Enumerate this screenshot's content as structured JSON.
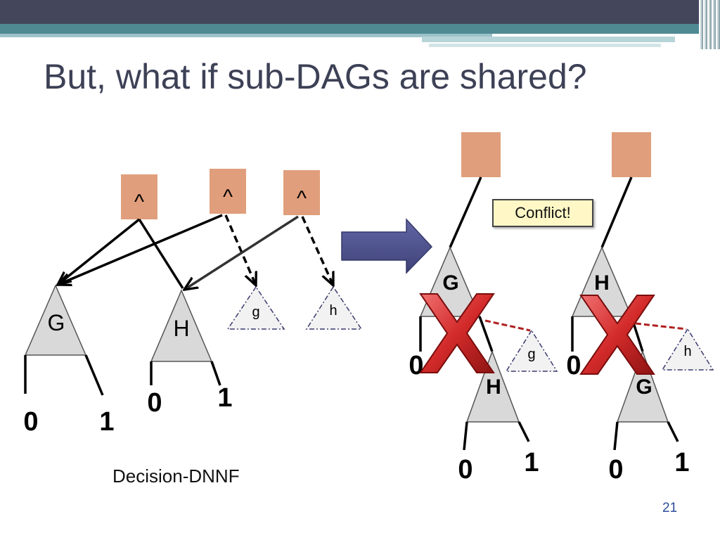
{
  "slide": {
    "title": "But, what if sub-DAGs are shared?",
    "caption": "Decision-DNNF",
    "slide_number": "21",
    "conflict_label": "Conflict!"
  },
  "left_diagram": {
    "and_nodes": [
      "^",
      "^",
      "^"
    ],
    "subtrees": [
      {
        "label": "G",
        "low": "0",
        "high": "1"
      },
      {
        "label": "H",
        "low": "0",
        "high": "1"
      }
    ],
    "dashed_children": [
      "g",
      "h"
    ]
  },
  "right_diagram": {
    "branches": [
      {
        "top": "G",
        "bottom": "H",
        "top_low": "0",
        "bottom_low": "0",
        "bottom_high": "1",
        "shared": "g"
      },
      {
        "top": "H",
        "bottom": "G",
        "top_low": "0",
        "bottom_low": "0",
        "bottom_high": "1",
        "shared": "h"
      }
    ]
  },
  "colors": {
    "and_node": "#e09e7c",
    "triangle": "#d9d9d9",
    "dashed_triangle": "#f2f2f2",
    "arrow": "#4f538c",
    "cross": "#d32a2a",
    "conflict_link": "#b02020",
    "title": "#3d4156",
    "slide_number": "#2e4e9a"
  },
  "icons": [
    "right-arrow-icon",
    "red-cross-icon"
  ]
}
